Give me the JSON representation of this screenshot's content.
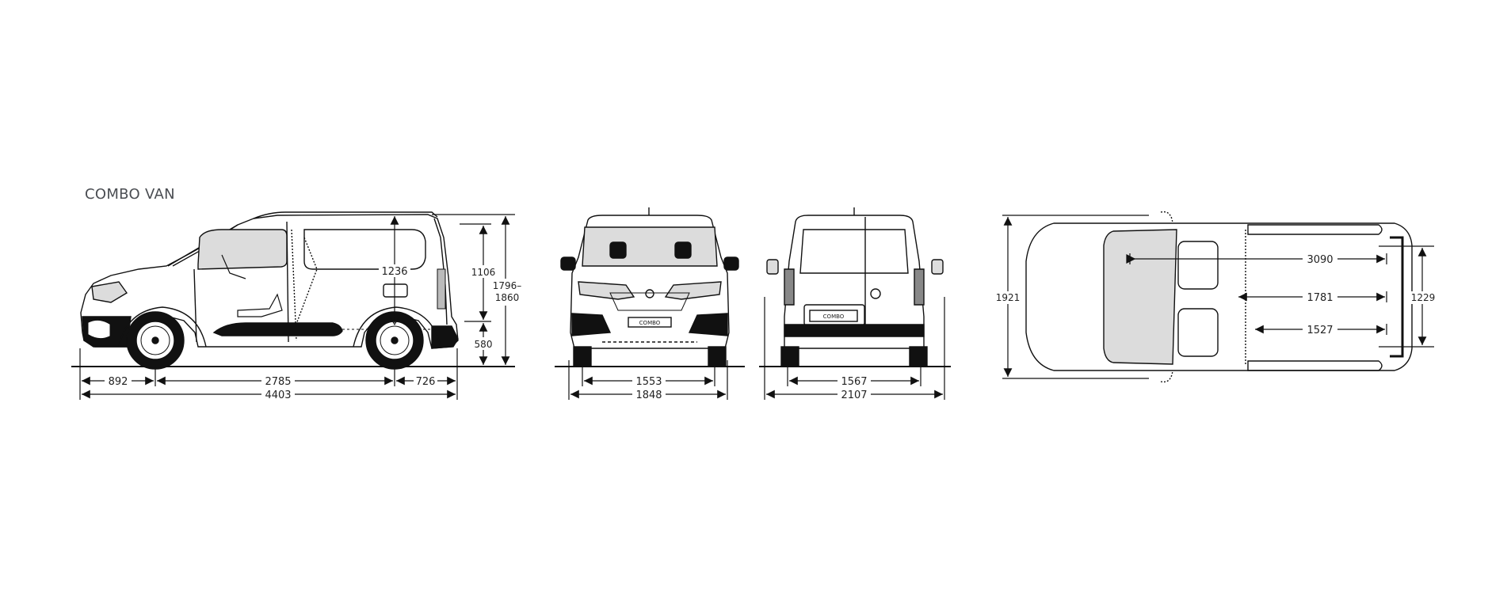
{
  "title": "COMBO VAN",
  "colors": {
    "line": "#111111",
    "glass": "#dcdcdc",
    "text": "#222222",
    "title": "#4a4d52",
    "background": "#ffffff"
  },
  "views": {
    "side": {
      "label": "side-view",
      "dimensions": {
        "front_overhang": "892",
        "wheelbase": "2785",
        "rear_overhang": "726",
        "overall_length": "4403",
        "cargo_height": "1236",
        "load_opening_height": "1106",
        "load_sill_height": "580",
        "overall_height_line1": "1796–",
        "overall_height_line2": "1860"
      }
    },
    "front": {
      "label": "front-view",
      "badge": "COMBO",
      "dimensions": {
        "front_track": "1553",
        "overall_width": "1848"
      }
    },
    "rear": {
      "label": "rear-view",
      "badge": "COMBO",
      "dimensions": {
        "rear_track": "1567",
        "width_with_mirrors": "2107"
      }
    },
    "top": {
      "label": "top-view",
      "dimensions": {
        "width_with_mirrors": "1921",
        "max_load_length": "3090",
        "load_floor_length": "1781",
        "load_length_floor_front": "1527",
        "width_between_wheel_arches": "1229"
      }
    }
  }
}
